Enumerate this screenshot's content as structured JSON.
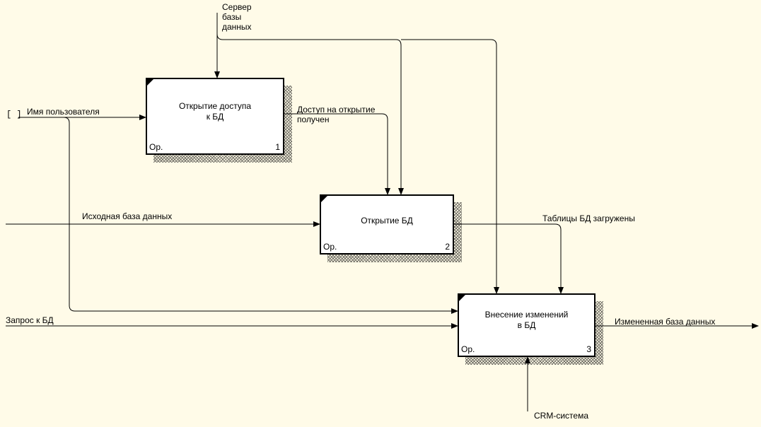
{
  "boxes": [
    {
      "id": "a1",
      "title": "Открытие доступа\nк БД",
      "op": "Ор.",
      "num": "1"
    },
    {
      "id": "a2",
      "title": "Открытие БД",
      "op": "Ор.",
      "num": "2"
    },
    {
      "id": "a3",
      "title": "Внесение изменений\nв БД",
      "op": "Ор.",
      "num": "3"
    }
  ],
  "arrows": {
    "server_db": "Сервер\nбазы\nданных",
    "user_name": "Имя пользователя",
    "access_granted": "Доступ на открытие\nполучен",
    "source_db": "Исходная база данных",
    "tables_loaded": "Таблицы БД загружены",
    "db_request": "Запрос к БД",
    "modified_db": "Измененная база данных",
    "crm_system": "CRM-система"
  },
  "tunnel_marker": "[ ]"
}
